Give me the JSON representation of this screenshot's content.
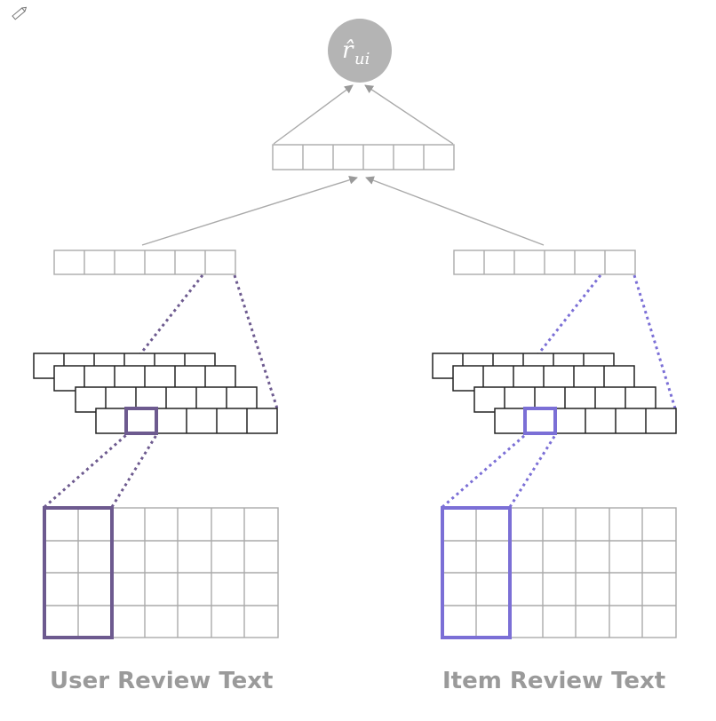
{
  "output": {
    "symbol": "r̂",
    "subscript": "ui"
  },
  "captions": {
    "user": "User Review Text",
    "item": "Item Review Text"
  },
  "colors": {
    "user_highlight": "#6d5a8f",
    "item_highlight": "#7b6fd6",
    "gray_line": "#aaaaaa",
    "output_node": "#b4b4b4",
    "caption_text": "#9a9a9a",
    "feature_map_border": "#222222"
  },
  "icons": {
    "corner": "pencil-icon"
  }
}
